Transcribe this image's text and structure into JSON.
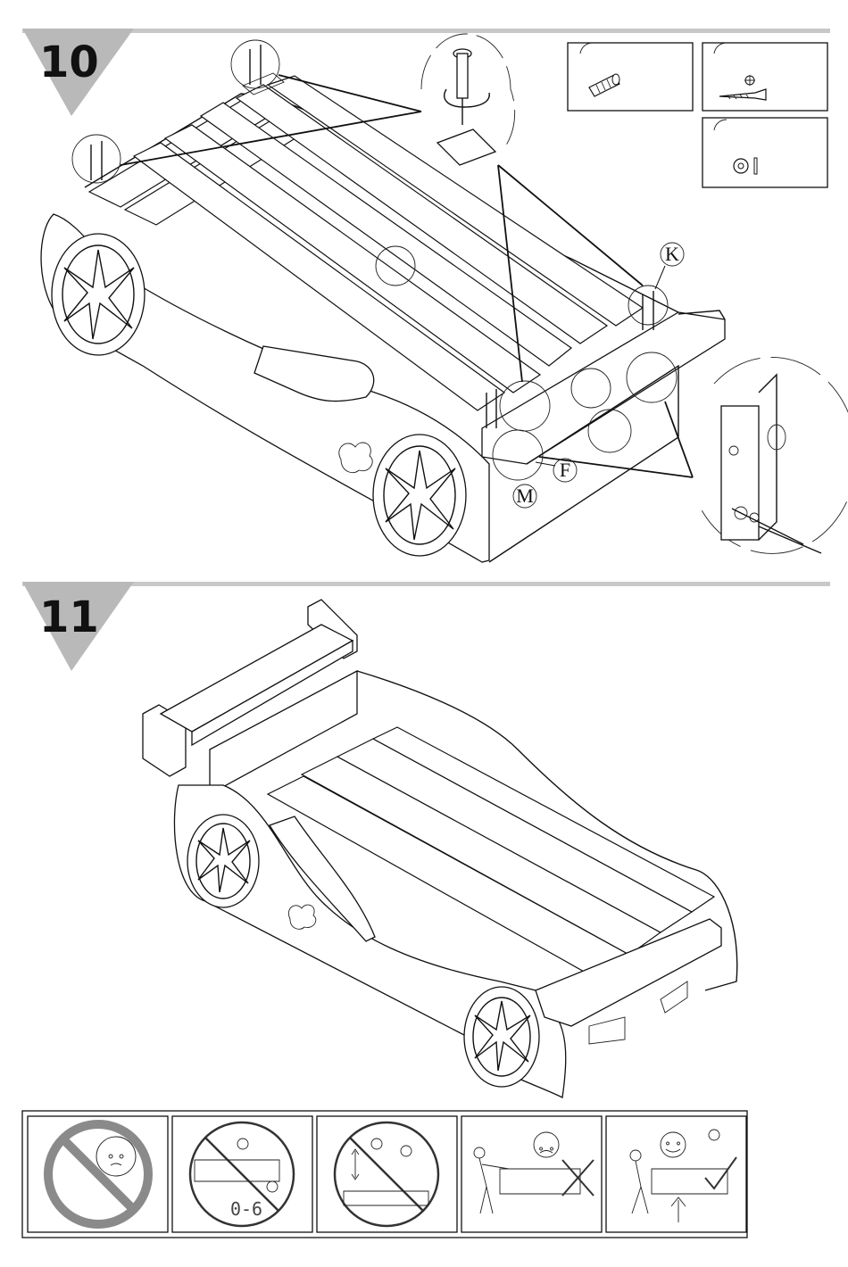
{
  "steps": [
    {
      "number": "10"
    },
    {
      "number": "11"
    }
  ],
  "callouts": {
    "K": "K",
    "F": "F",
    "M": "M"
  },
  "hardware": [
    {
      "icon": "dowel-icon"
    },
    {
      "icon": "screw-icon"
    },
    {
      "icon": "washer-bolt-icon"
    }
  ],
  "warnings": [
    {
      "icon": "no-infant-icon"
    },
    {
      "icon": "no-children-under-6-icon",
      "text": "0-6"
    },
    {
      "icon": "no-jumping-icon"
    },
    {
      "icon": "do-not-drag-icon"
    },
    {
      "icon": "lift-to-move-icon"
    }
  ],
  "colors": {
    "line": "#111111",
    "banner": "#c8c8c8",
    "badge": "#b9b9b9",
    "prohibit": "#8a8a8a"
  }
}
